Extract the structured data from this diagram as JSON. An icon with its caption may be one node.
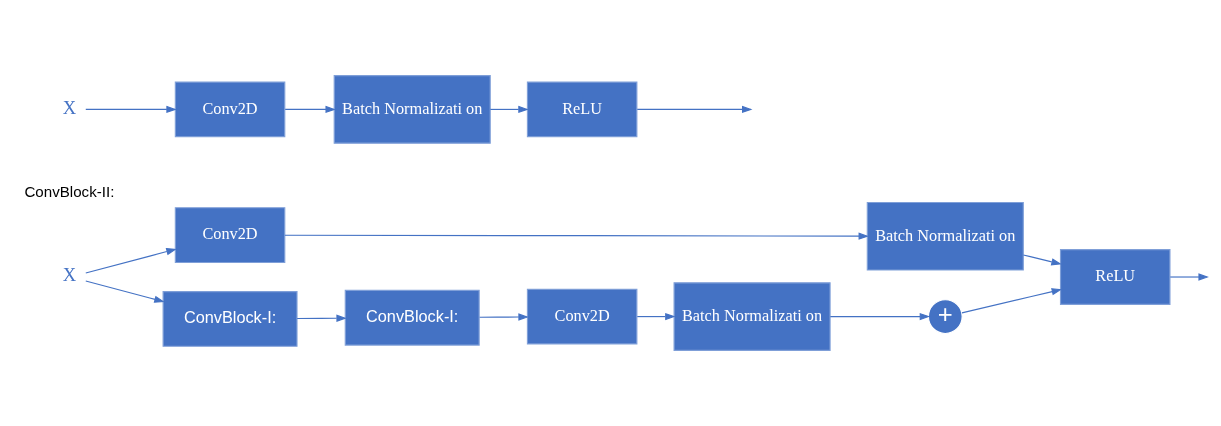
{
  "diagram": {
    "nodes": [
      {
        "text": [
          "X"
        ]
      },
      {
        "text": [
          "Conv2D"
        ]
      },
      {
        "text": [
          "Batch Normalizati on"
        ]
      },
      {
        "text": [
          "ReLU"
        ]
      },
      {
        "text": [
          "X"
        ]
      },
      {
        "text": [
          "Conv2D"
        ]
      },
      {
        "text": [
          "Batch Normalizati on"
        ]
      },
      {
        "text": [
          "ConvBlock-I:"
        ]
      },
      {
        "text": [
          "ConvBlock-I:"
        ]
      },
      {
        "text": [
          "Conv2D"
        ]
      },
      {
        "text": [
          "Batch Normalizati on"
        ]
      },
      {
        "text": [
          "+"
        ]
      },
      {
        "text": [
          "ReLU"
        ]
      }
    ],
    "edges": [
      {
        "from": 0,
        "to": 1,
        "arrow": "to"
      },
      {
        "from": 1,
        "to": 2,
        "arrow": "to"
      },
      {
        "from": 2,
        "to": 3,
        "arrow": "to"
      },
      {
        "from": 3,
        "to": null,
        "arrow": "to"
      },
      {
        "from": 4,
        "to": 5,
        "arrow": "to"
      },
      {
        "from": 4,
        "to": 7,
        "arrow": "to"
      },
      {
        "from": 5,
        "to": 6,
        "arrow": "to"
      },
      {
        "from": 6,
        "to": 12,
        "arrow": "to"
      },
      {
        "from": 7,
        "to": 8,
        "arrow": "to"
      },
      {
        "from": 8,
        "to": 9,
        "arrow": "to"
      },
      {
        "from": 9,
        "to": 10,
        "arrow": "to"
      },
      {
        "from": 10,
        "to": 11,
        "arrow": "to"
      },
      {
        "from": 11,
        "to": 12,
        "arrow": "to"
      },
      {
        "from": 12,
        "to": null,
        "arrow": "to"
      }
    ],
    "labels": [
      "ConvBlock-II:"
    ]
  }
}
